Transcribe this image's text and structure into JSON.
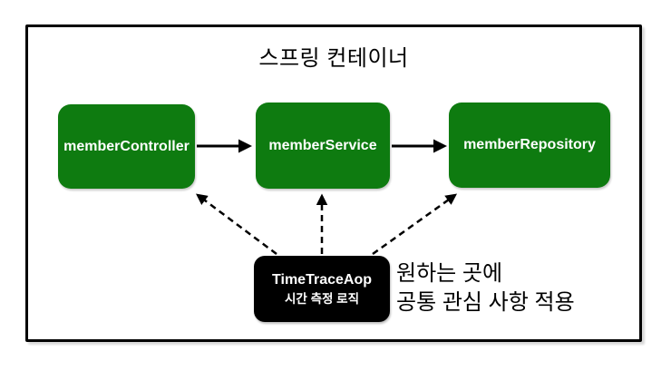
{
  "diagram": {
    "container_title": "스프링 컨테이너",
    "nodes": [
      {
        "id": "member-controller",
        "label": "memberController"
      },
      {
        "id": "member-service",
        "label": "memberService"
      },
      {
        "id": "member-repository",
        "label": "memberRepository"
      }
    ],
    "aop_box": {
      "title": "TimeTraceAop",
      "subtitle": "시간 측정 로직"
    },
    "annotation": {
      "line1": "원하는 곳에",
      "line2": "공통 관심 사항 적용"
    },
    "edges": {
      "solid": [
        {
          "from": "member-controller",
          "to": "member-service"
        },
        {
          "from": "member-service",
          "to": "member-repository"
        }
      ],
      "dashed": [
        {
          "from": "time-trace-aop",
          "to": "member-controller"
        },
        {
          "from": "time-trace-aop",
          "to": "member-service"
        },
        {
          "from": "time-trace-aop",
          "to": "member-repository"
        }
      ]
    },
    "colors": {
      "node_green": "#0e7b10",
      "aop_black": "#000000",
      "border_black": "#000000",
      "text_white": "#ffffff",
      "text_black": "#000000",
      "background": "#ffffff"
    }
  }
}
